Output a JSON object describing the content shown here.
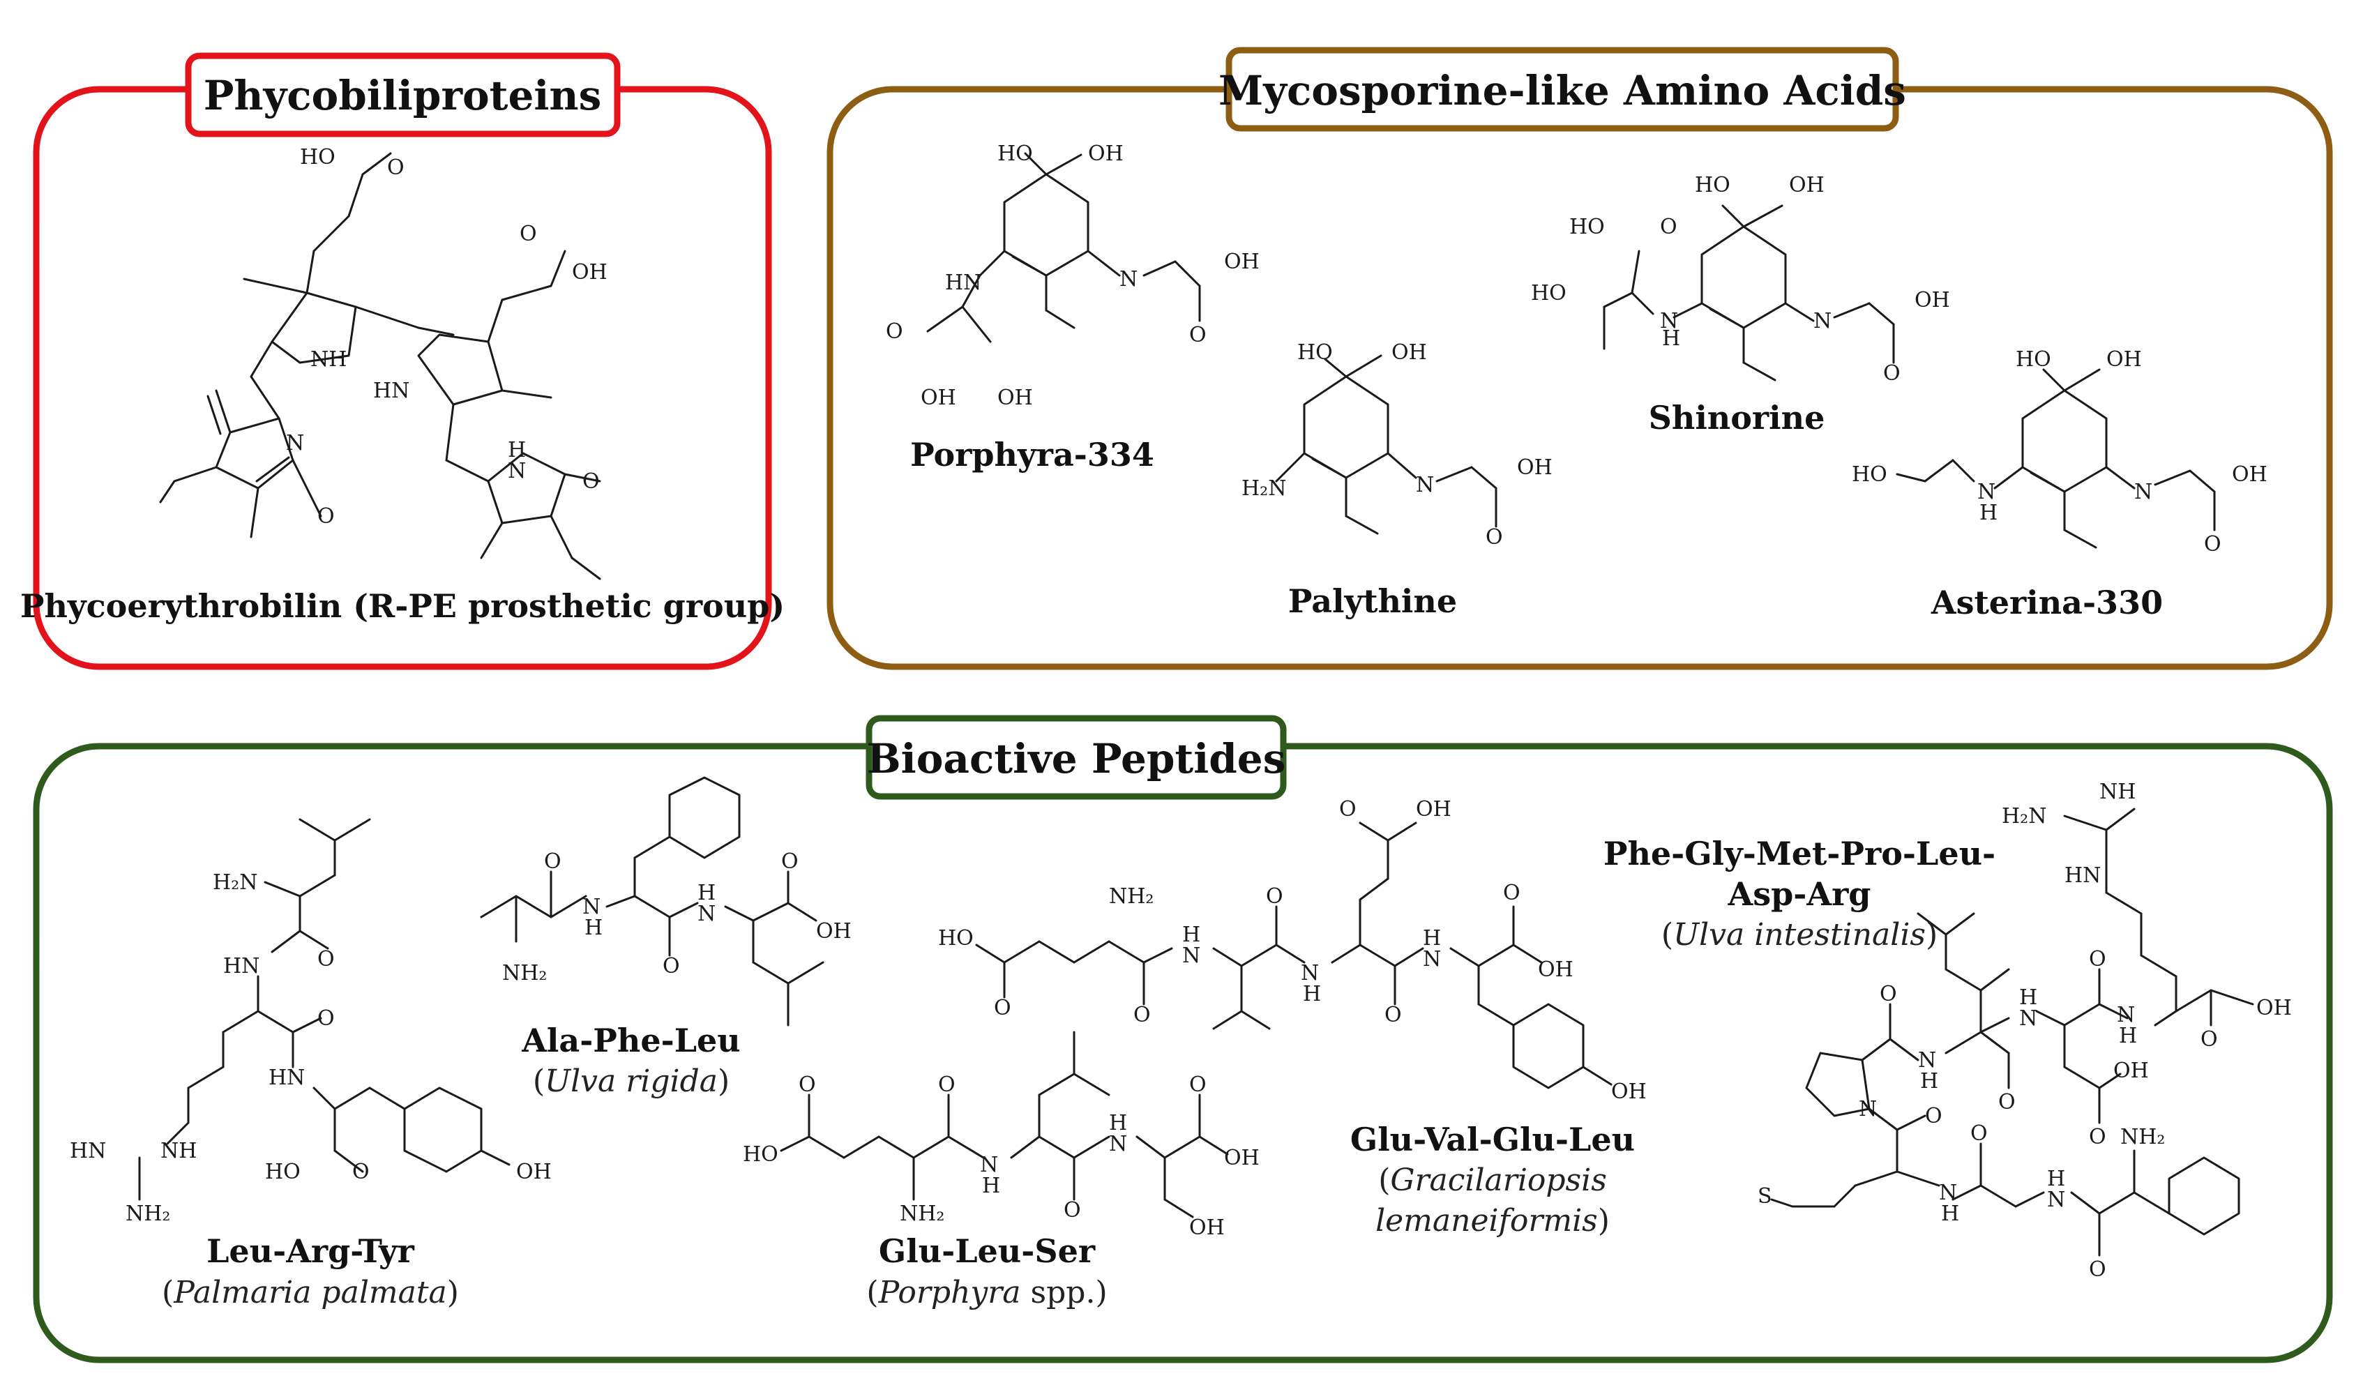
{
  "groups": {
    "phyco": {
      "title": "Phycobiliproteins",
      "color": "#e3131b",
      "compound": "Phycoerythrobilin (R-PE prosthetic group)"
    },
    "maa": {
      "title": "Mycosporine-like Amino Acids",
      "color": "#8c5d12",
      "compounds": [
        "Porphyra-334",
        "Palythine",
        "Shinorine",
        "Asterina-330"
      ]
    },
    "peptides": {
      "title": "Bioactive Peptides",
      "color": "#2e5a1c",
      "items": [
        {
          "name": "Leu-Arg-Tyr",
          "source_italic": "Palmaria palmata",
          "source_plain": ""
        },
        {
          "name": "Ala-Phe-Leu",
          "source_italic": "Ulva rigida",
          "source_plain": ""
        },
        {
          "name": "Glu-Leu-Ser",
          "source_italic": "Porphyra",
          "source_plain": " spp."
        },
        {
          "name": "Glu-Val-Glu-Leu",
          "source_italic_line1": "Gracilariopsis",
          "source_italic_line2": "lemaneiformis"
        },
        {
          "name_line1": "Phe-Gly-Met-Pro-Leu-",
          "name_line2": "Asp-Arg",
          "source_italic": "Ulva intestinalis"
        }
      ]
    }
  },
  "atom_labels": {
    "HO": "HO",
    "OH": "OH",
    "O": "O",
    "N": "N",
    "NH": "NH",
    "HN": "HN",
    "H": "H",
    "H2N": "H₂N",
    "NH2": "NH₂",
    "S": "S"
  }
}
